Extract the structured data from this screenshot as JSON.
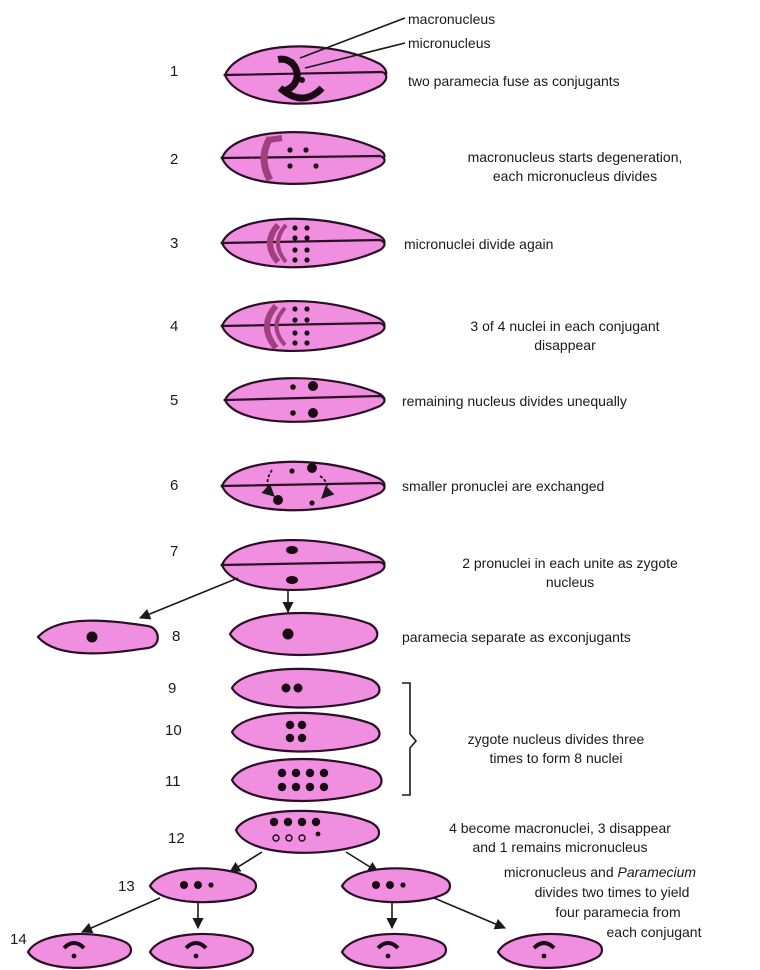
{
  "colors": {
    "cell_fill": "#f08ee0",
    "cell_outline": "#2a1025",
    "nucleus": "#1a0a14",
    "degenerating_nucleus": "#a0407f"
  },
  "callouts": {
    "macronucleus": "macronucleus",
    "micronucleus": "micronucleus"
  },
  "steps": [
    {
      "number": "1",
      "text": [
        "two paramecia fuse as conjugants"
      ]
    },
    {
      "number": "2",
      "text": [
        "macronucleus starts degeneration,",
        "each micronucleus divides"
      ]
    },
    {
      "number": "3",
      "text": [
        "micronuclei divide again"
      ]
    },
    {
      "number": "4",
      "text": [
        "3 of 4 nuclei in each conjugant",
        "disappear"
      ]
    },
    {
      "number": "5",
      "text": [
        "remaining nucleus divides unequally"
      ]
    },
    {
      "number": "6",
      "text": [
        "smaller pronuclei are exchanged"
      ]
    },
    {
      "number": "7",
      "text": [
        "2 pronuclei in each unite as zygote",
        "nucleus"
      ]
    },
    {
      "number": "8",
      "text": [
        "paramecia separate as exconjugants"
      ]
    },
    {
      "number": "9",
      "text": []
    },
    {
      "number": "10",
      "text": []
    },
    {
      "number": "11",
      "text": []
    },
    {
      "number": "12",
      "text": [
        "4 become macronuclei, 3 disappear",
        "and 1 remains micronucleus"
      ]
    },
    {
      "number": "13",
      "text": []
    },
    {
      "number": "14",
      "text": []
    }
  ],
  "bracket_text": [
    "zygote nucleus divides three",
    "times to form 8 nuclei"
  ],
  "final_text": {
    "line1_a": "micronucleus and ",
    "line1_italic": "Paramecium",
    "line2": "divides two times to yield",
    "line3": "four paramecia from",
    "line4": "each conjugant"
  }
}
